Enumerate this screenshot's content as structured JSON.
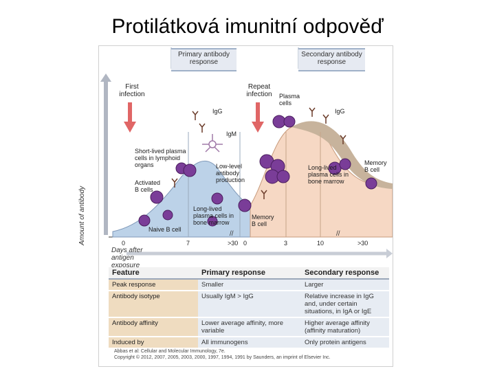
{
  "slide": {
    "title": "Protilátková imunitní odpověď"
  },
  "figure": {
    "primary_phase": "Primary antibody response",
    "secondary_phase": "Secondary antibody response",
    "first_infection": "First infection",
    "repeat_infection": "Repeat infection",
    "y_axis_label": "Amount of antibody",
    "x_axis_label": "Days after antigen exposure",
    "ticks": [
      "0",
      "7",
      ">30",
      "0",
      "3",
      "10",
      ">30"
    ],
    "labels": {
      "igg_primary": "IgG",
      "igm": "IgM",
      "short_lived": "Short-lived plasma cells in lymphoid organs",
      "activated_b": "Activated B cells",
      "naive_b": "Naive B cell",
      "low_level": "Low-level antibody production",
      "long_lived_primary": "Long-lived plasma cells in bone marrow",
      "memory_b_primary": "Memory B cell",
      "plasma_cells": "Plasma cells",
      "igg_secondary": "IgG",
      "long_lived_secondary": "Long-lived plasma cells in bone marrow",
      "memory_b_secondary": "Memory B cell"
    },
    "colors": {
      "primary_area": "#bcd2e8",
      "secondary_area": "#f6d8c4",
      "igm_band": "#c7b39c",
      "cell": "#7a3d98",
      "arrow": "#e06666"
    }
  },
  "table": {
    "headers": [
      "Feature",
      "Primary response",
      "Secondary response"
    ],
    "rows": [
      [
        "Peak response",
        "Smaller",
        "Larger"
      ],
      [
        "Antibody isotype",
        "Usually IgM > IgG",
        "Relative increase in IgG and, under certain situations, in IgA or IgE"
      ],
      [
        "Antibody affinity",
        "Lower average affinity, more variable",
        "Higher average affinity (affinity maturation)"
      ],
      [
        "Induced by",
        "All immunogens",
        "Only protein antigens"
      ]
    ]
  },
  "credit": {
    "line1": "Abbas et al: Cellular and Molecular Immunology, 7e.",
    "line2": "Copyright © 2012, 2007, 2005, 2003, 2000, 1997, 1994, 1991 by Saunders, an imprint of Elsevier Inc."
  }
}
